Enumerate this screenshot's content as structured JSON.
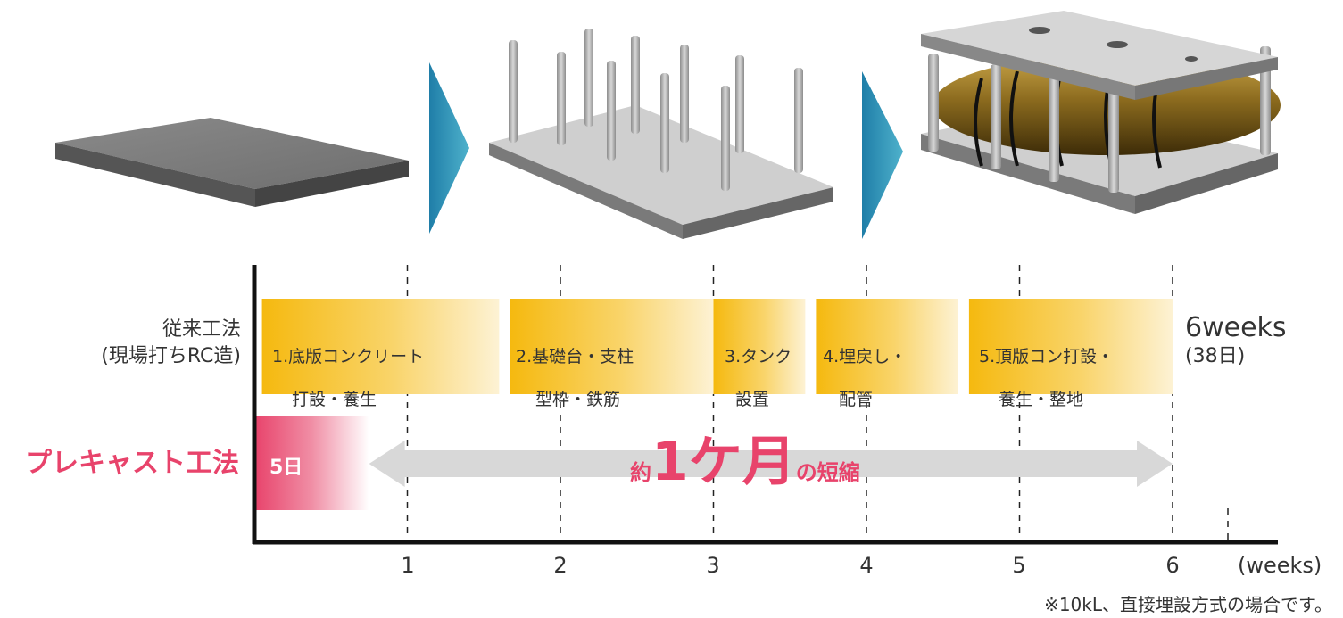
{
  "chart_data": {
    "type": "gantt",
    "xlabel": "(weeks)",
    "x_ticks": [
      "1",
      "2",
      "3",
      "4",
      "5",
      "6"
    ],
    "xlim": [
      0,
      6.6
    ],
    "rows": [
      {
        "name_line1": "従来工法",
        "name_line2": "(現場打ちRC造)",
        "total_big": "6weeks",
        "total_small": "(38日)",
        "bars": [
          {
            "label_line1": "1.底版コンクリート",
            "label_line2": "打設・養生",
            "start": 0.05,
            "end": 1.6
          },
          {
            "label_line1": "2.基礎台・支柱",
            "label_line2": "型枠・鉄筋",
            "start": 1.67,
            "end": 3.0
          },
          {
            "label_line1": "3.タンク",
            "label_line2": "設置",
            "start": 3.0,
            "end": 3.6
          },
          {
            "label_line1": "4.埋戻し・",
            "label_line2": "配管",
            "start": 3.67,
            "end": 4.6
          },
          {
            "label_line1": "5.頂版コン打設・",
            "label_line2": "養生・整地",
            "start": 4.67,
            "end": 6.0
          }
        ]
      },
      {
        "name": "プレキャスト工法",
        "bar_label": "5日",
        "bar_start": 0.0,
        "bar_end": 0.75
      }
    ],
    "annotation": {
      "prefix": "約",
      "big": "1ケ月",
      "suffix": "の短縮",
      "arrow_from": 0.75,
      "arrow_to": 6.0
    },
    "colors": {
      "bar": "#f5b90f",
      "precast": "#e8436b",
      "arrow": "#d8d8d8",
      "highlight_text": "#e8436b",
      "axis": "#111111",
      "transition_arrow": "#2b8fb5"
    }
  },
  "note": "※10kL、直接埋設方式の場合です。"
}
